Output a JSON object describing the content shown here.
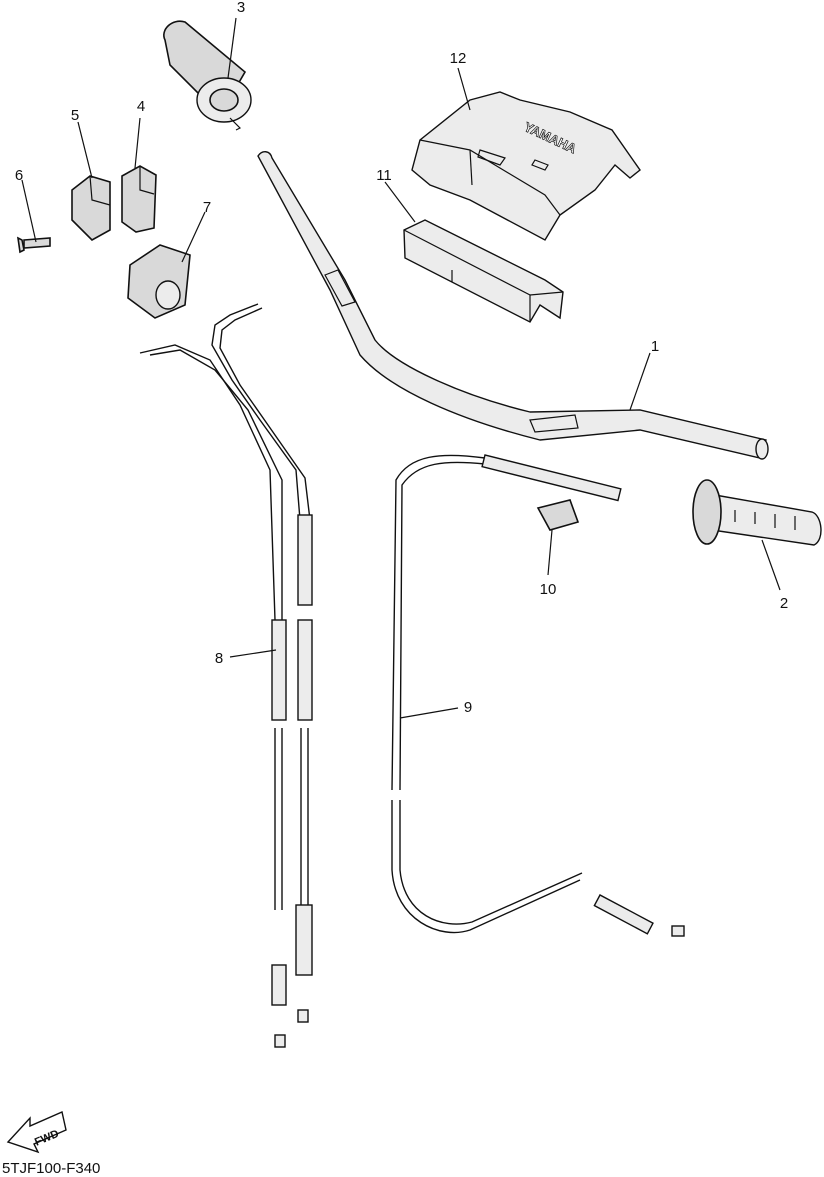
{
  "diagram": {
    "callouts": [
      {
        "id": "1",
        "text": "1"
      },
      {
        "id": "2",
        "text": "2"
      },
      {
        "id": "3",
        "text": "3"
      },
      {
        "id": "4",
        "text": "4"
      },
      {
        "id": "5",
        "text": "5"
      },
      {
        "id": "6",
        "text": "6"
      },
      {
        "id": "7",
        "text": "7"
      },
      {
        "id": "8",
        "text": "8"
      },
      {
        "id": "9",
        "text": "9"
      },
      {
        "id": "10",
        "text": "10"
      },
      {
        "id": "11",
        "text": "11"
      },
      {
        "id": "12",
        "text": "12"
      }
    ],
    "direction_arrow": "FWD",
    "pad_brand": "YAMAHA",
    "figure_code": "5TJF100-F340"
  }
}
